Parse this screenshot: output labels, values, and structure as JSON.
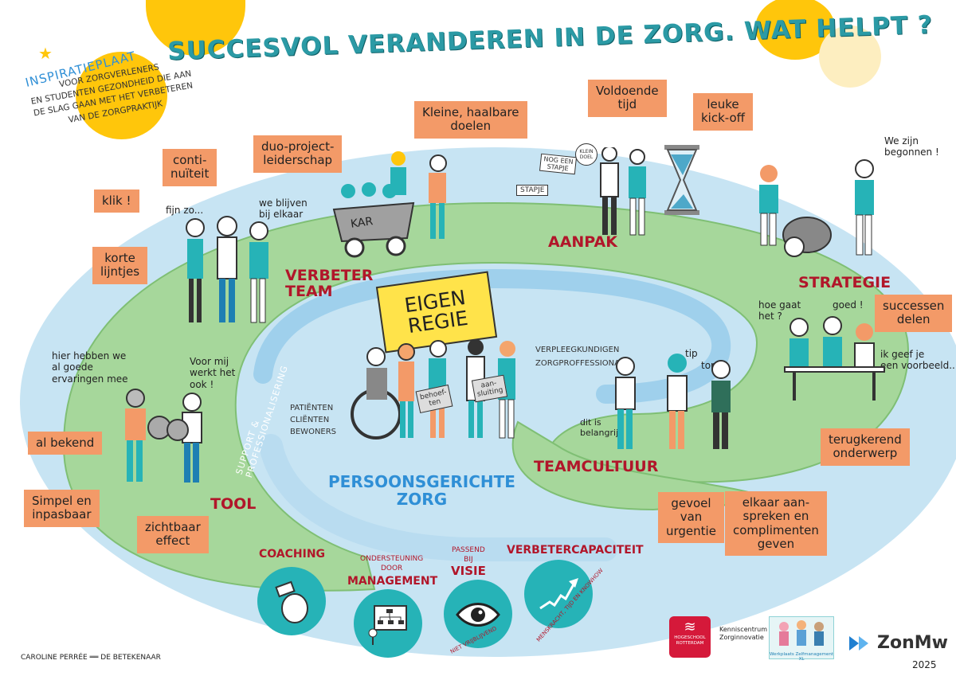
{
  "title": "SUCCESVOL VERANDEREN IN DE ZORG. WAT HELPT ?",
  "intro": {
    "heading": "INSPIRATIEPLAAT",
    "text": "VOOR ZORGVERLENERS\nEN STUDENTEN GEZONDHEID DIE AAN\nDE SLAG GAAN MET HET VERBETEREN\nVAN DE ZORGPRAKTIJK"
  },
  "sections": {
    "verbeter_team": "VERBETER\nTEAM",
    "aanpak": "AANPAK",
    "strategie": "STRATEGIE",
    "teamcultuur": "TEAMCULTUUR",
    "tool": "TOOL",
    "center": "PERSOONSGERICHTE\nZORG",
    "eigen_regie": "EIGEN\nREGIE",
    "support": "SUPPORT & PROFESSIONALISERING"
  },
  "bubbles": {
    "klik": "klik !",
    "continuiteit": "conti-\nnuïteit",
    "korte_lijntjes": "korte\nlijntjes",
    "duo": "duo-project-\nleiderschap",
    "kleine_doelen": "Kleine, haalbare\ndoelen",
    "tijd": "Voldoende\ntijd",
    "kickoff": "leuke\nkick-off",
    "successen": "successen\ndelen",
    "terugkerend": "terugkerend\nonderwerp",
    "elkaar": "elkaar aan-\nspreken en\ncomplimenten\ngeven",
    "urgentie": "gevoel\nvan\nurgentie",
    "al_bekend": "al bekend",
    "simpel": "Simpel en\ninpasbaar",
    "zichtbaar": "zichtbaar\neffect"
  },
  "notes": {
    "fijn_zo": "fijn zo...",
    "we_blijven": "we blijven\nbij elkaar",
    "hier_hebben": "hier hebben we\nal goede\nervaringen mee",
    "voor_mij": "Voor mij\nwerkt het\nook !",
    "hoe_gaat": "hoe gaat\nhet ?",
    "goed": "goed !",
    "ik_geef": "ik geef je\neen voorbeeld..",
    "we_zijn": "We zijn\nbegonnen !",
    "tip": "tip",
    "top": "top",
    "dit_is": "dit is\nbelangrijk",
    "verpleegkundigen": "VERPLEEGKUNDIGEN\nZORGPROFFESSIONALS",
    "patienten": "PATIËNTEN\nCLIËNTEN\nBEWONERS",
    "kar": "KAR",
    "nog_een_stapje": "NOG EEN\nSTAPJE",
    "stapje": "STAPJE",
    "kleine_doel": "KLEIN\nDOEL",
    "behoeften": "behoef-\nten",
    "aansluiting": "aan-\nsluiting"
  },
  "bottom": {
    "coaching": "COACHING",
    "management_top": "ONDERSTEUNING\nDOOR",
    "management": "MANAGEMENT",
    "visie_top": "PASSEND\nBIJ",
    "visie": "VISIE",
    "visie_sub": "NIET VRIJBLIJVEND",
    "capaciteit": "VERBETERCAPACITEIT",
    "capaciteit_sub": "MENSKRACHT, TIJD EN KNOWHOW"
  },
  "footer": {
    "credit": "CAROLINE PERRÉE ══ DE BETEKENAAR",
    "hogeschool": "HOGESCHOOL\nROTTERDAM",
    "kenniscentrum": "Kenniscentrum\nZorginnovatie",
    "werkplaats": "Werkplaats Zelfmanagement XL",
    "zonmw": "ZonMw",
    "year": "2025"
  },
  "colors": {
    "green": "#a6d79b",
    "water": "#c7e4f3",
    "orange": "#f39a68",
    "teal": "#26b3b7",
    "red": "#b1162a",
    "yellow": "#ffc60b"
  }
}
